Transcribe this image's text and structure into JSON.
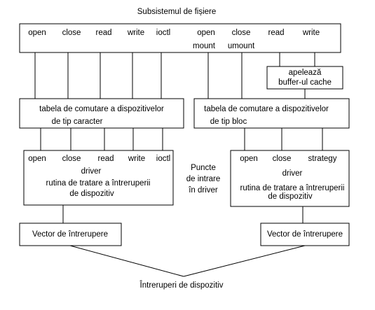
{
  "title": "Subsistemul de fișiere",
  "fs_box": {
    "char_ops": [
      "open",
      "close",
      "read",
      "write",
      "ioctl"
    ],
    "block_ops_top": [
      "open",
      "close",
      "read",
      "write"
    ],
    "block_ops_bottom": [
      "mount",
      "umount"
    ]
  },
  "cache_box": {
    "line1": "apelează",
    "line2": "buffer-ul cache"
  },
  "char_switch": {
    "line1": "tabela de comutare a dispozitivelor",
    "line2": "de tip caracter"
  },
  "block_switch": {
    "line1": "tabela de comutare a dispozitivelor",
    "line2": "de tip bloc"
  },
  "char_driver": {
    "ops": [
      "open",
      "close",
      "read",
      "write",
      "ioctl"
    ],
    "name": "driver",
    "handler_line1": "rutina de tratare a întreruperii",
    "handler_line2": "de dispozitiv"
  },
  "block_driver": {
    "ops": [
      "open",
      "close",
      "strategy"
    ],
    "name": "driver",
    "handler_line1": "rutina de tratare a întreruperii",
    "handler_line2": "de dispozitiv"
  },
  "entry_points": {
    "line1": "Puncte",
    "line2": "de intrare",
    "line3": "în driver"
  },
  "vector_left": "Vector de întrerupere",
  "vector_right": "Vector de întrerupere",
  "bottom_label": "Întreruperi de dispozitiv"
}
